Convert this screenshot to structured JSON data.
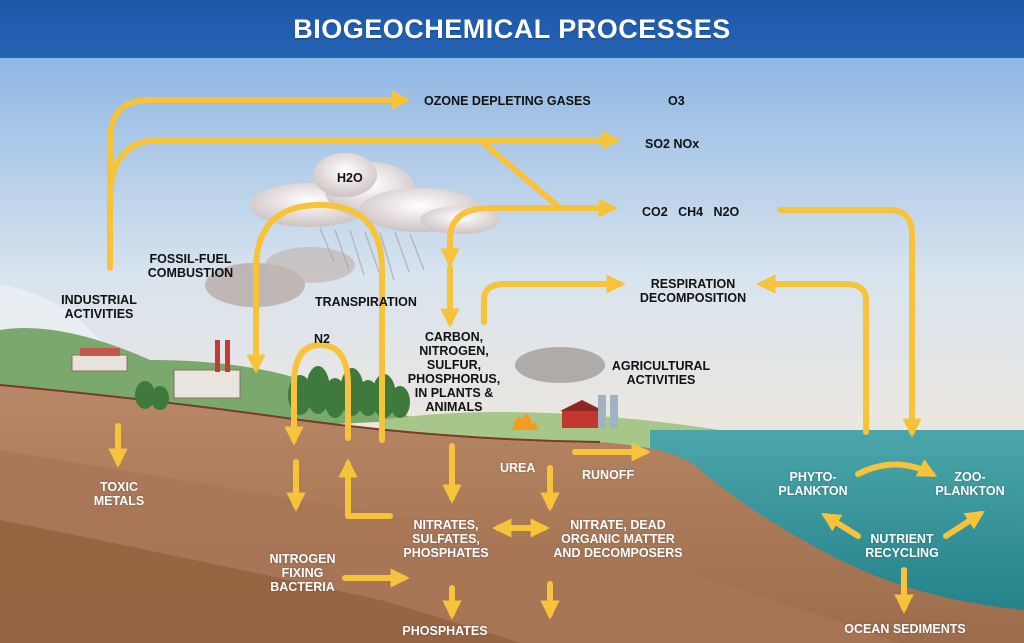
{
  "title": "BIOGEOCHEMICAL PROCESSES",
  "colors": {
    "title_bar": "#2160b0",
    "arrow": "#f6c33a",
    "sky_top": "#8fb7e4",
    "soil": "#b98866",
    "ocean": "#2d8c92"
  },
  "labels": {
    "ozone": "OZONE DEPLETING GASES",
    "o3": "O3",
    "so2": "SO2  NOx",
    "co2": "CO2   CH4   N2O",
    "h2o": "H2O",
    "fossil": "FOSSIL-FUEL\nCOMBUSTION",
    "industrial": "INDUSTRIAL\nACTIVITIES",
    "transpiration": "TRANSPIRATION",
    "n2": "N2",
    "carbon": "CARBON,\nNITROGEN,\nSULFUR,\nPHOSPHORUS,\nIN PLANTS &\nANIMALS",
    "respiration": "RESPIRATION\nDECOMPOSITION",
    "agricultural": "AGRICULTURAL\nACTIVITIES",
    "toxic": "TOXIC\nMETALS",
    "urea": "UREA",
    "runoff": "RUNOFF",
    "nitrates": "NITRATES,\nSULFATES,\nPHOSPHATES",
    "nitrate_dead": "NITRATE, DEAD\nORGANIC MATTER\nAND DECOMPOSERS",
    "nitrogen_fixing": "NITROGEN\nFIXING\nBACTERIA",
    "phosphates": "PHOSPHATES",
    "phyto": "PHYTO-\nPLANKTON",
    "zoo": "ZOO-\nPLANKTON",
    "nutrient": "NUTRIENT\nRECYCLING",
    "ocean_sediments": "OCEAN SEDIMENTS"
  }
}
